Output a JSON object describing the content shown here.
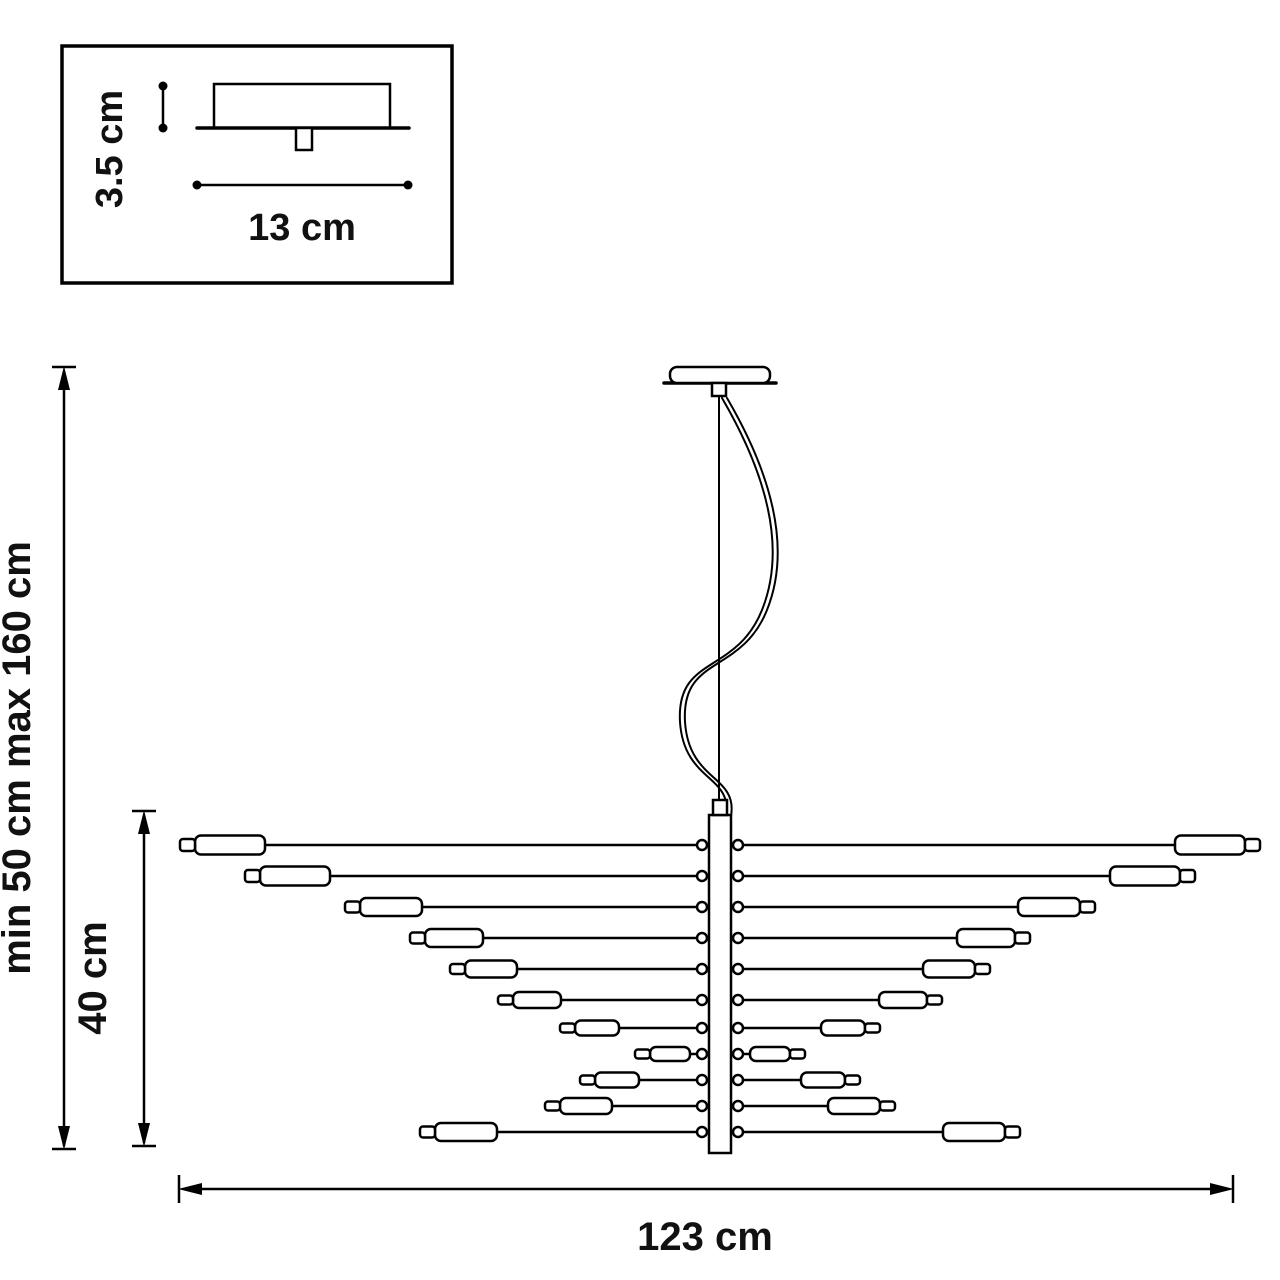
{
  "page": {
    "background_color": "#ffffff",
    "line_color": "#000000",
    "text_color": "#111111"
  },
  "inset": {
    "height_label": "3.5 cm",
    "width_label": "13 cm"
  },
  "main": {
    "overall_height_label": "min 50 cm max 160 cm",
    "fixture_height_label": "40 cm",
    "fixture_width_label": "123 cm"
  }
}
